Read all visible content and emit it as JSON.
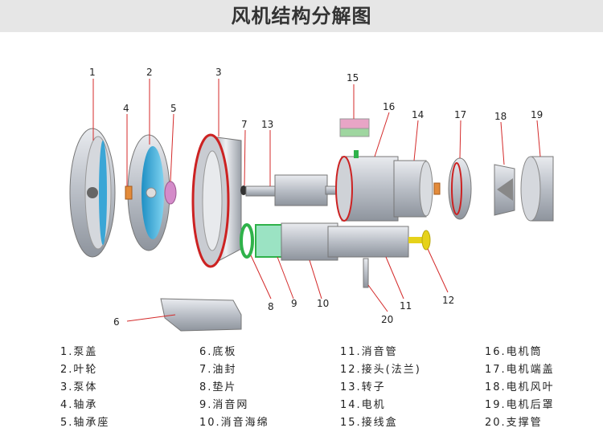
{
  "title": "风机结构分解图",
  "callouts": [
    "1",
    "2",
    "3",
    "4",
    "5",
    "6",
    "7",
    "8",
    "9",
    "10",
    "11",
    "12",
    "13",
    "14",
    "15",
    "16",
    "17",
    "18",
    "19",
    "20"
  ],
  "legend": [
    [
      "1.泵盖",
      "2.叶轮",
      "3.泵体",
      "4.轴承",
      "5.轴承座"
    ],
    [
      "6.底板",
      "7.油封",
      "8.垫片",
      "9.消音网",
      "10.消音海绵"
    ],
    [
      "11.消音管",
      "12.接头(法兰)",
      "13.转子",
      "14.电机",
      "15.接线盒"
    ],
    [
      "16.电机筒",
      "17.电机端盖",
      "18.电机风叶",
      "19.电机后罩",
      "20.支撑管"
    ]
  ],
  "colors": {
    "leader": "#d42a2a",
    "part_gray": "#b8bcc4",
    "accent_red": "#cc2222",
    "green": "#2fb24a",
    "yellow": "#e6d21a",
    "blue": "#2aa7d8"
  }
}
